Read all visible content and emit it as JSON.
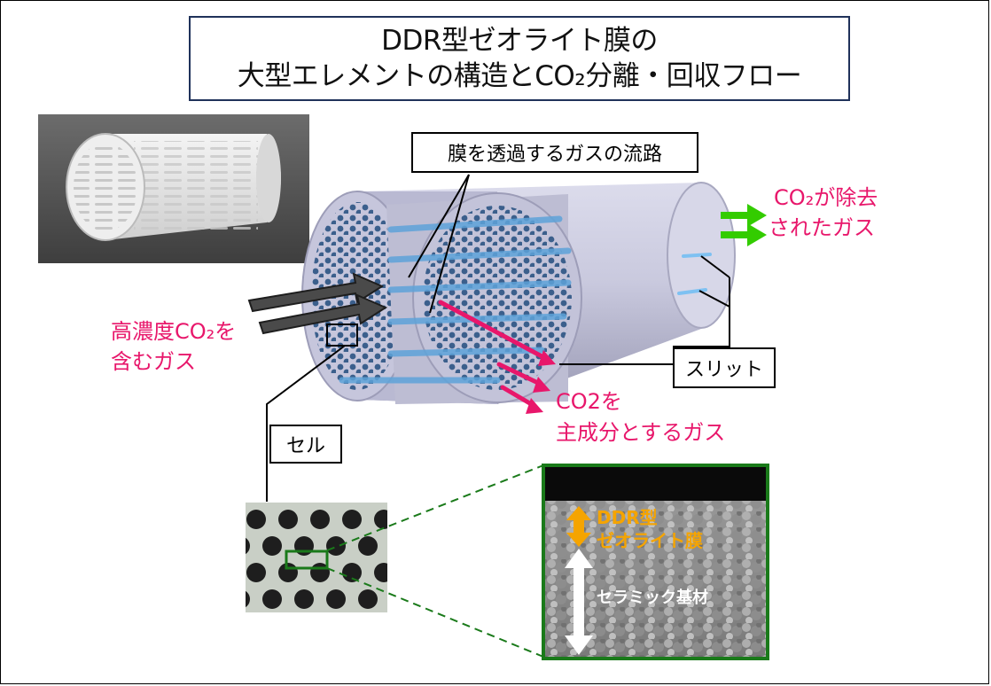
{
  "title": {
    "line1": "DDR型ゼオライト膜の",
    "line2": "大型エレメントの構造とCO₂分離・回収フロー"
  },
  "labels": {
    "gas_path": "膜を透過するガスの流路",
    "slit": "スリット",
    "cell": "セル",
    "co2_removed_1": "CO₂が除去",
    "co2_removed_2": "されたガス",
    "high_co2_1": "高濃度CO₂を",
    "high_co2_2": "含むガス",
    "co2_main_1": "CO2を",
    "co2_main_2": "主成分とするガス",
    "ddr_1": "DDR型",
    "ddr_2": "ゼオライト膜",
    "ceramic": "セラミック基材"
  },
  "colors": {
    "pink": "#e8176b",
    "green_arrow": "#33cc00",
    "orange": "#f5a400",
    "box_green": "#1a7a1a",
    "title_border": "#20325a"
  },
  "icons": [
    "dark-arrow-icon",
    "green-arrow-icon",
    "pink-arrow-icon",
    "double-arrow-icon"
  ]
}
